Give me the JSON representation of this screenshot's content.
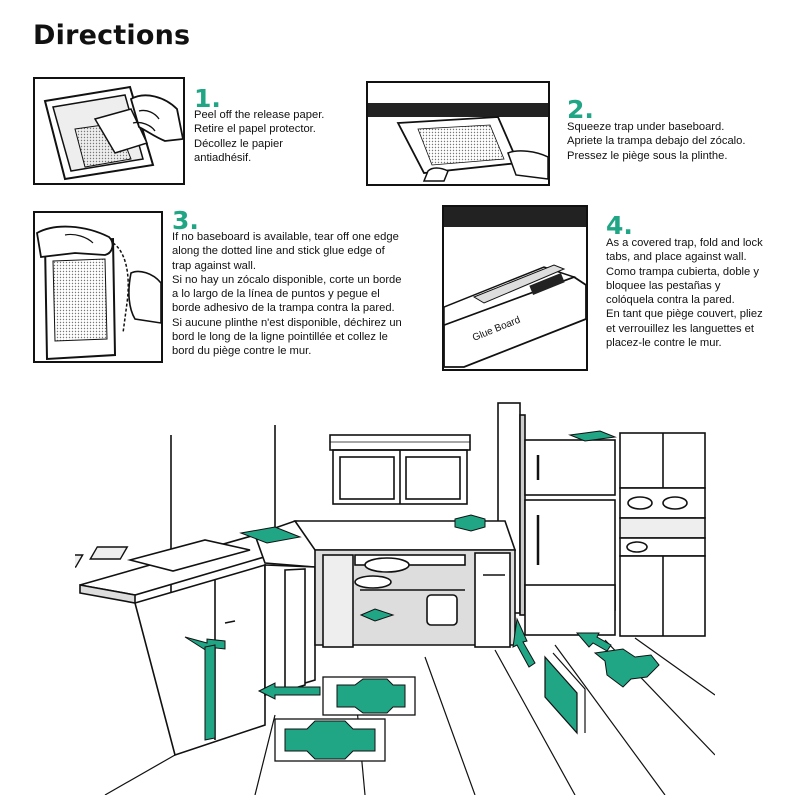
{
  "heading": "Directions",
  "colors": {
    "accent": "#20a585",
    "ink": "#111111",
    "counter_gray": "#d9d9d9"
  },
  "steps": [
    {
      "number": "1.",
      "lines": [
        "Peel off the release paper.",
        "Retire el papel protector.",
        "Décollez le papier",
        "antiadhésif."
      ]
    },
    {
      "number": "2.",
      "lines": [
        "Squeeze trap under baseboard.",
        "Apriete la trampa debajo del zócalo.",
        "Pressez le piège sous la plinthe."
      ]
    },
    {
      "number": "3.",
      "lines": [
        "If no baseboard is available, tear off one edge",
        "along the dotted line and stick glue edge of",
        "trap against wall.",
        "Si no hay un zócalo disponible, corte un borde",
        "a lo largo de la línea de puntos y pegue el",
        "borde adhesivo de la trampa contra la pared.",
        "Si aucune plinthe n'est disponible, déchirez un",
        "bord le long de la ligne pointillée et collez le",
        "bord du piège contre le mur."
      ]
    },
    {
      "number": "4.",
      "lines": [
        "As a covered trap, fold and lock",
        "tabs, and place against wall.",
        "Como trampa cubierta, doble y",
        "bloquee las pestañas y",
        "colóquela contra la pared.",
        "En tant que piège couvert, pliez",
        "et verrouillez les languettes et",
        "placez-le contre le mur."
      ]
    }
  ],
  "illustrations": {
    "box_label": "Glue Board",
    "icons": [
      "peel-hand-illustration",
      "baseboard-illustration",
      "tear-edge-illustration",
      "covered-trap-illustration",
      "kitchen-scene-illustration",
      "arrow-icon",
      "trap-icon"
    ]
  }
}
